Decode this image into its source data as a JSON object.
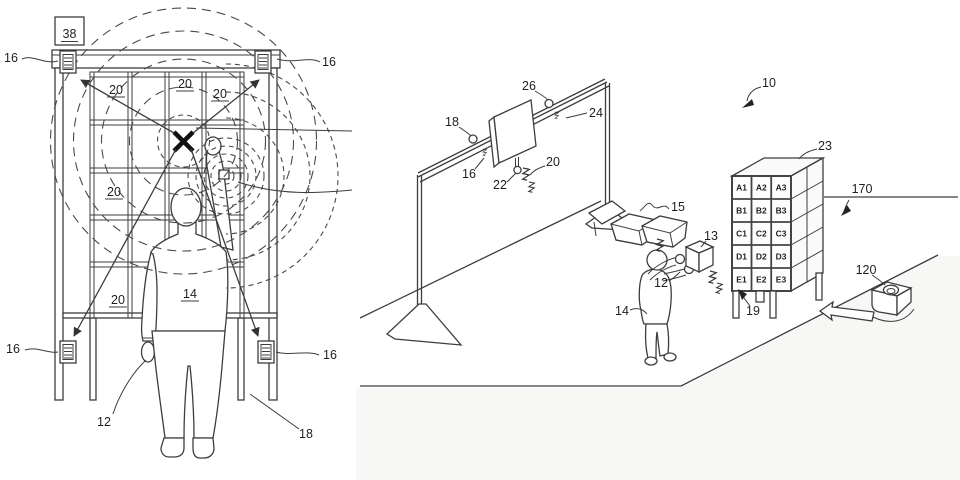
{
  "left": {
    "n38": "38",
    "n16": "16",
    "n20": "20",
    "n14": "14",
    "n12": "12",
    "n18": "18"
  },
  "right": {
    "n10": "10",
    "n26": "26",
    "n24": "24",
    "n18": "18",
    "n16": "16",
    "n22": "22",
    "n20": "20",
    "n15": "15",
    "n13": "13",
    "n23": "23",
    "n170": "170",
    "n12": "12",
    "n14": "14",
    "n19": "19",
    "n120": "120",
    "bins": [
      "A1",
      "A2",
      "A3",
      "B1",
      "B2",
      "B3",
      "C1",
      "C2",
      "C3",
      "D1",
      "D2",
      "D3",
      "E1",
      "E2",
      "E3"
    ]
  }
}
